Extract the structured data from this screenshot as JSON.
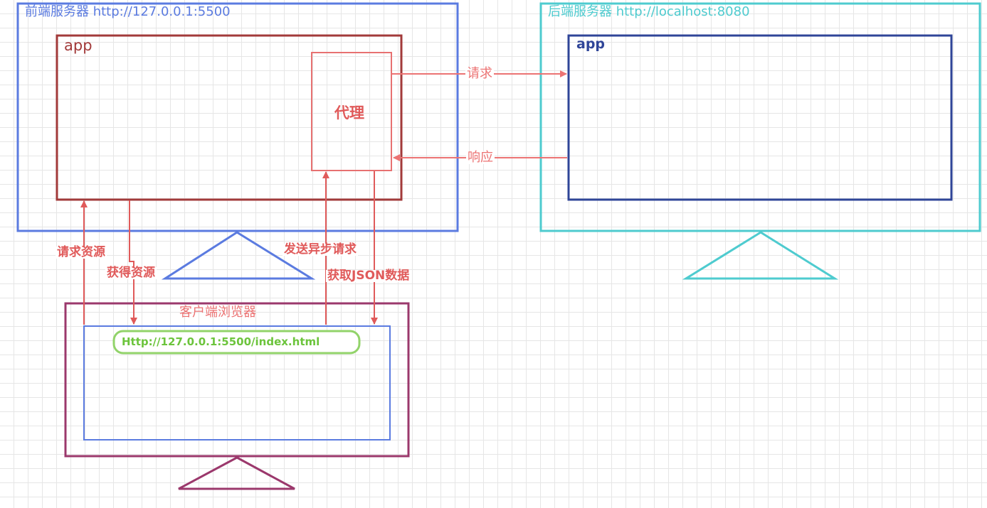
{
  "colors": {
    "frontend": "#5b7be0",
    "frontend_app": "#a23a3a",
    "proxy": "#e77171",
    "backend": "#4ecbcf",
    "backend_app": "#2f4598",
    "client": "#9b386c",
    "client_inner": "#5b7be0",
    "url_bar": "#92d36a",
    "arrow": "#e05a5a",
    "arrow_light": "#ec7373",
    "url_text": "#6cc43c"
  },
  "frontend": {
    "title": "前端服务器 http://127.0.0.1:5500",
    "app_label": "app",
    "proxy_label": "代理"
  },
  "backend": {
    "title": "后端服务器 http://localhost:8080",
    "app_label": "app"
  },
  "client": {
    "title": "客户端浏览器",
    "url": "Http://127.0.0.1:5500/index.html"
  },
  "arrows": {
    "request": "请求",
    "response": "响应",
    "request_resource": "请求资源",
    "get_resource": "获得资源",
    "send_async": "发送异步请求",
    "get_json": "获取JSON数据"
  }
}
